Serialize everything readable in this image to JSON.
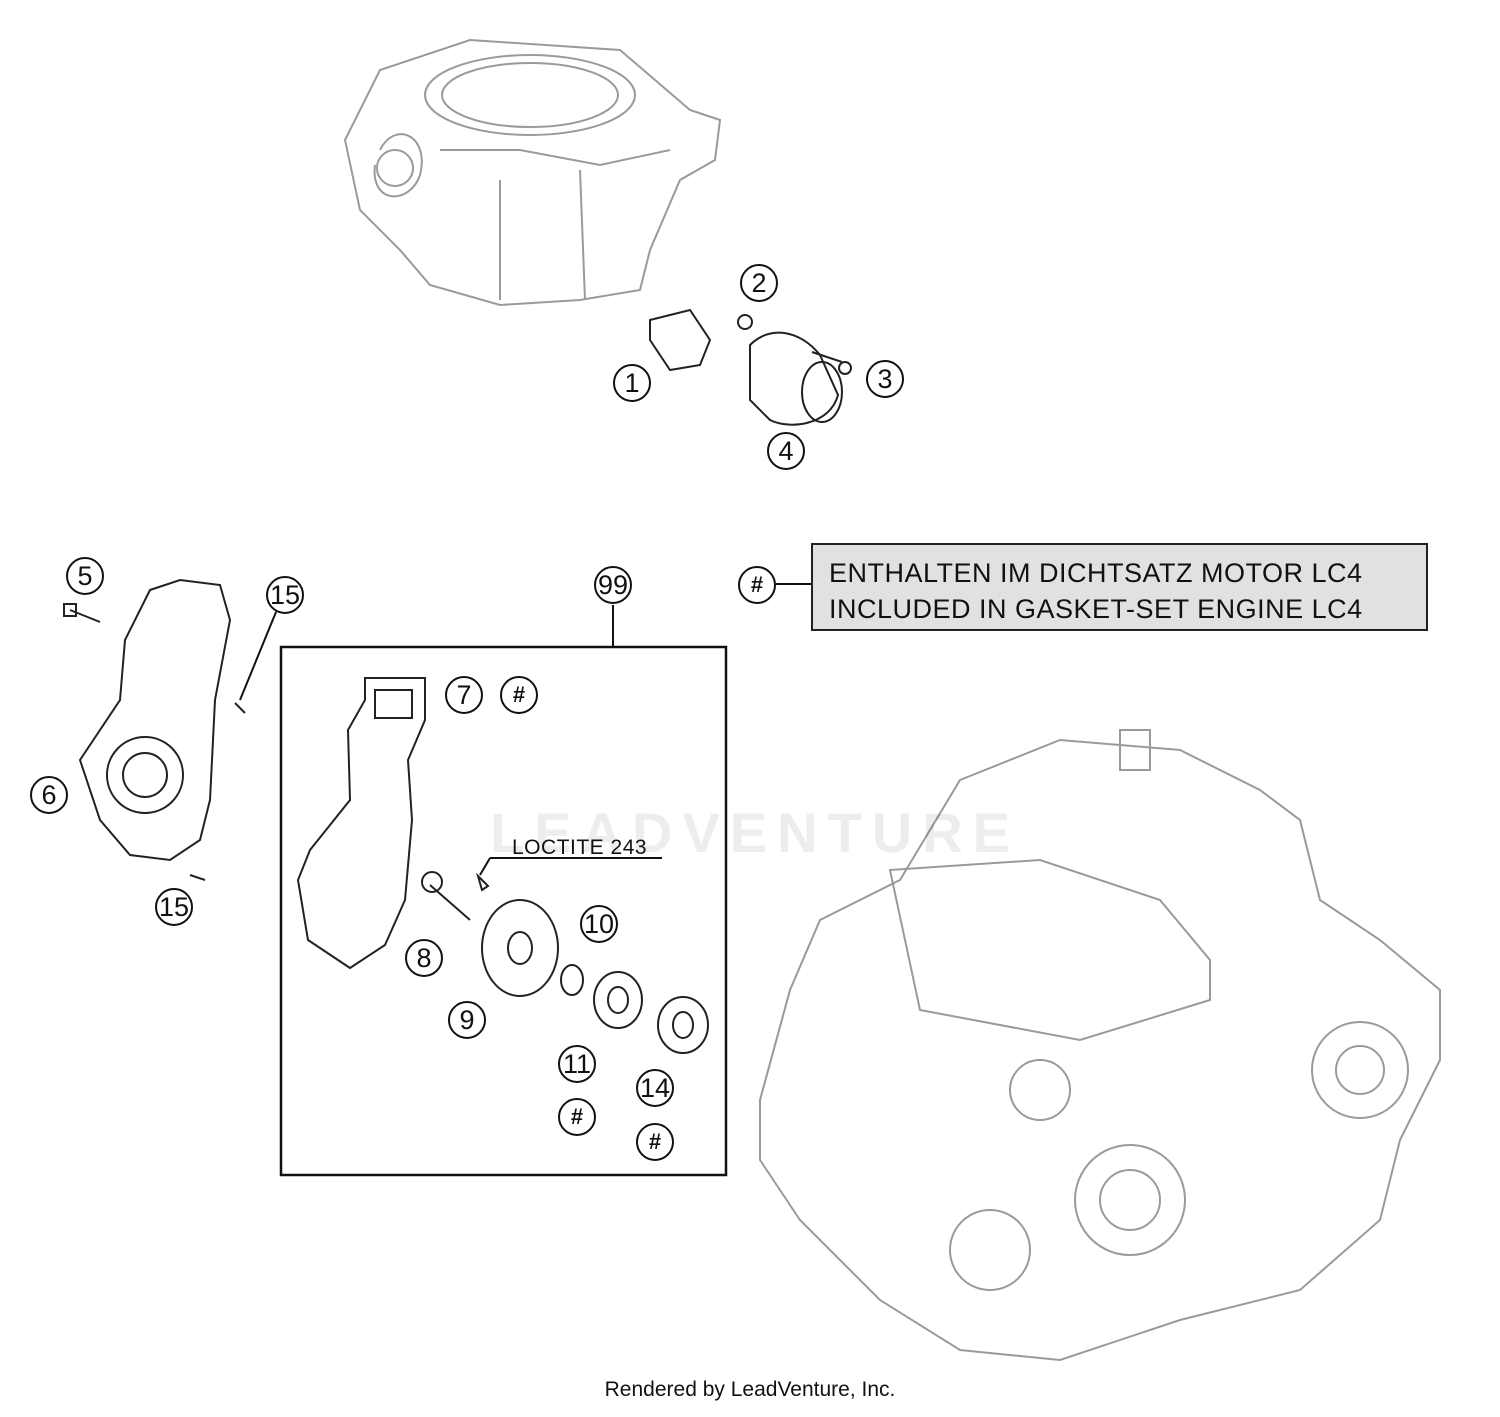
{
  "callouts": {
    "c1": "1",
    "c2": "2",
    "c3": "3",
    "c4": "4",
    "c5": "5",
    "c6": "6",
    "c7": "7",
    "c8": "8",
    "c9": "9",
    "c10": "10",
    "c11": "11",
    "c14": "14",
    "c15a": "15",
    "c15b": "15",
    "c99": "99",
    "hash": "#"
  },
  "note": {
    "line1": "ENTHALTEN IM DICHTSATZ MOTOR LC4",
    "line2": "INCLUDED IN GASKET-SET ENGINE LC4"
  },
  "loctite_label": "LOCTITE 243",
  "watermark": "LEADVENTURE",
  "footer": "Rendered by LeadVenture, Inc."
}
